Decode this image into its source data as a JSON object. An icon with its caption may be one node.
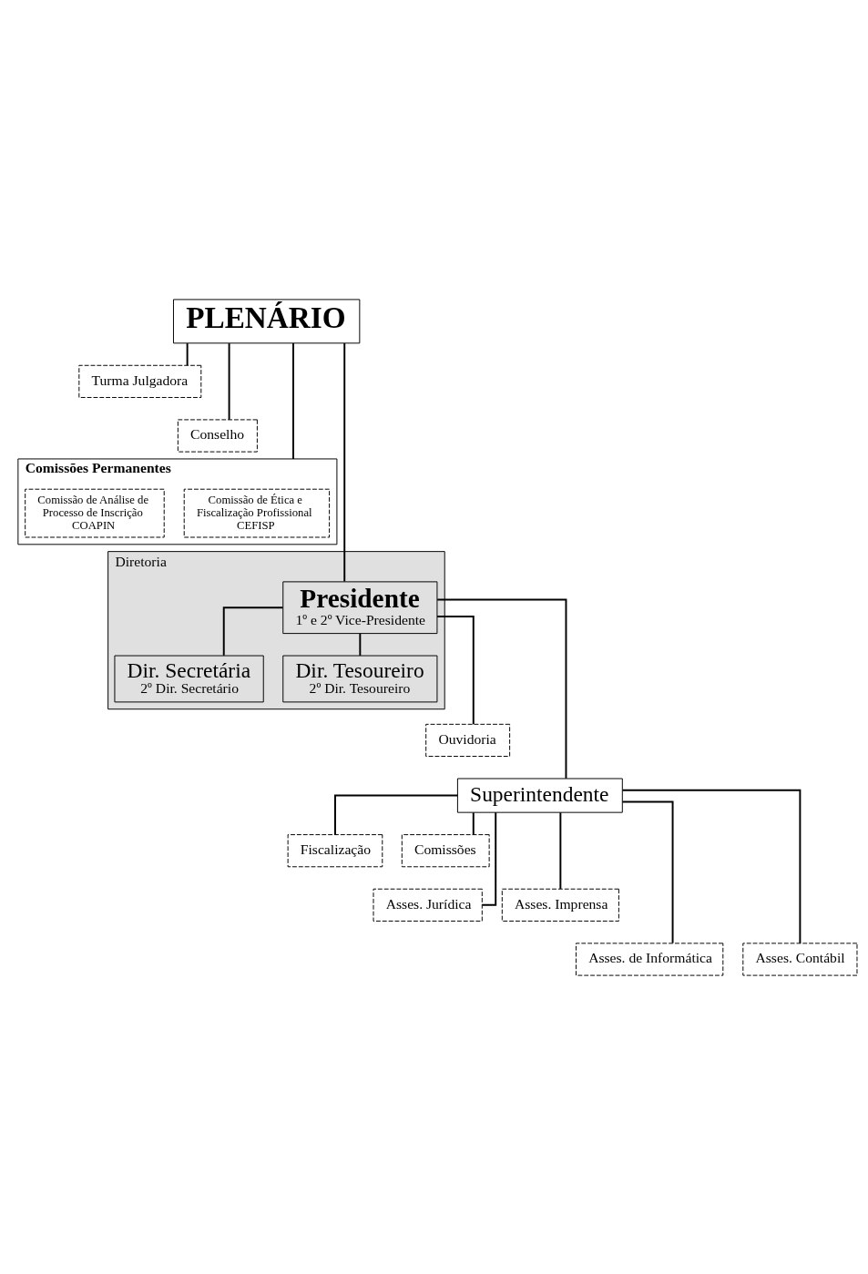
{
  "diagram": {
    "nodes": [
      {
        "text": [
          "PLENÁRIO"
        ]
      },
      {
        "text": [
          "Turma Julgadora"
        ]
      },
      {
        "text": [
          "Conselho"
        ]
      },
      {
        "text": [
          "Comissões Permanentes"
        ]
      },
      {
        "text": [
          "Comissão de Ética e Fiscalização Profissional CEFISP"
        ],
        "in": 3
      },
      {
        "text": [
          "Comissão de Análise de Processo de Inscrição COAPIN"
        ],
        "in": 3
      },
      {
        "text": [
          "Diretoria"
        ]
      },
      {
        "text": [
          "Presidente",
          "1º e 2º Vice-Presidente"
        ],
        "in": 6
      },
      {
        "text": [
          "Dir. Secretária",
          "2º Dir. Secretário"
        ],
        "in": 6
      },
      {
        "text": [
          "Dir. Tesoureiro",
          "2º Dir. Tesoureiro"
        ],
        "in": 6
      },
      {
        "text": [
          "Ouvidoria"
        ]
      },
      {
        "text": [
          "Superintendente"
        ]
      },
      {
        "text": [
          "Fiscalização"
        ]
      },
      {
        "text": [
          "Comissões"
        ]
      },
      {
        "text": [
          "Asses. Jurídica"
        ]
      },
      {
        "text": [
          "Asses. Imprensa"
        ]
      },
      {
        "text": [
          "Asses. de Informática"
        ]
      },
      {
        "text": [
          "Asses. Contábil"
        ]
      }
    ],
    "edges": [
      {
        "from": 0,
        "to": 1,
        "arrow": "none"
      },
      {
        "from": 0,
        "to": 2,
        "arrow": "none"
      },
      {
        "from": 0,
        "to": 3,
        "arrow": "none"
      },
      {
        "from": 0,
        "to": 7,
        "arrow": "none"
      },
      {
        "from": 7,
        "to": 8,
        "arrow": "none"
      },
      {
        "from": 7,
        "to": 9,
        "arrow": "none"
      },
      {
        "from": 7,
        "to": 10,
        "arrow": "none"
      },
      {
        "from": 7,
        "to": 11,
        "arrow": "none"
      },
      {
        "from": 11,
        "to": 12,
        "arrow": "none"
      },
      {
        "from": 11,
        "to": 13,
        "arrow": "none"
      },
      {
        "from": 11,
        "to": 14,
        "arrow": "none"
      },
      {
        "from": 11,
        "to": 15,
        "arrow": "none"
      },
      {
        "from": 11,
        "to": 16,
        "arrow": "none"
      },
      {
        "from": 11,
        "to": 17,
        "arrow": "none"
      }
    ]
  }
}
